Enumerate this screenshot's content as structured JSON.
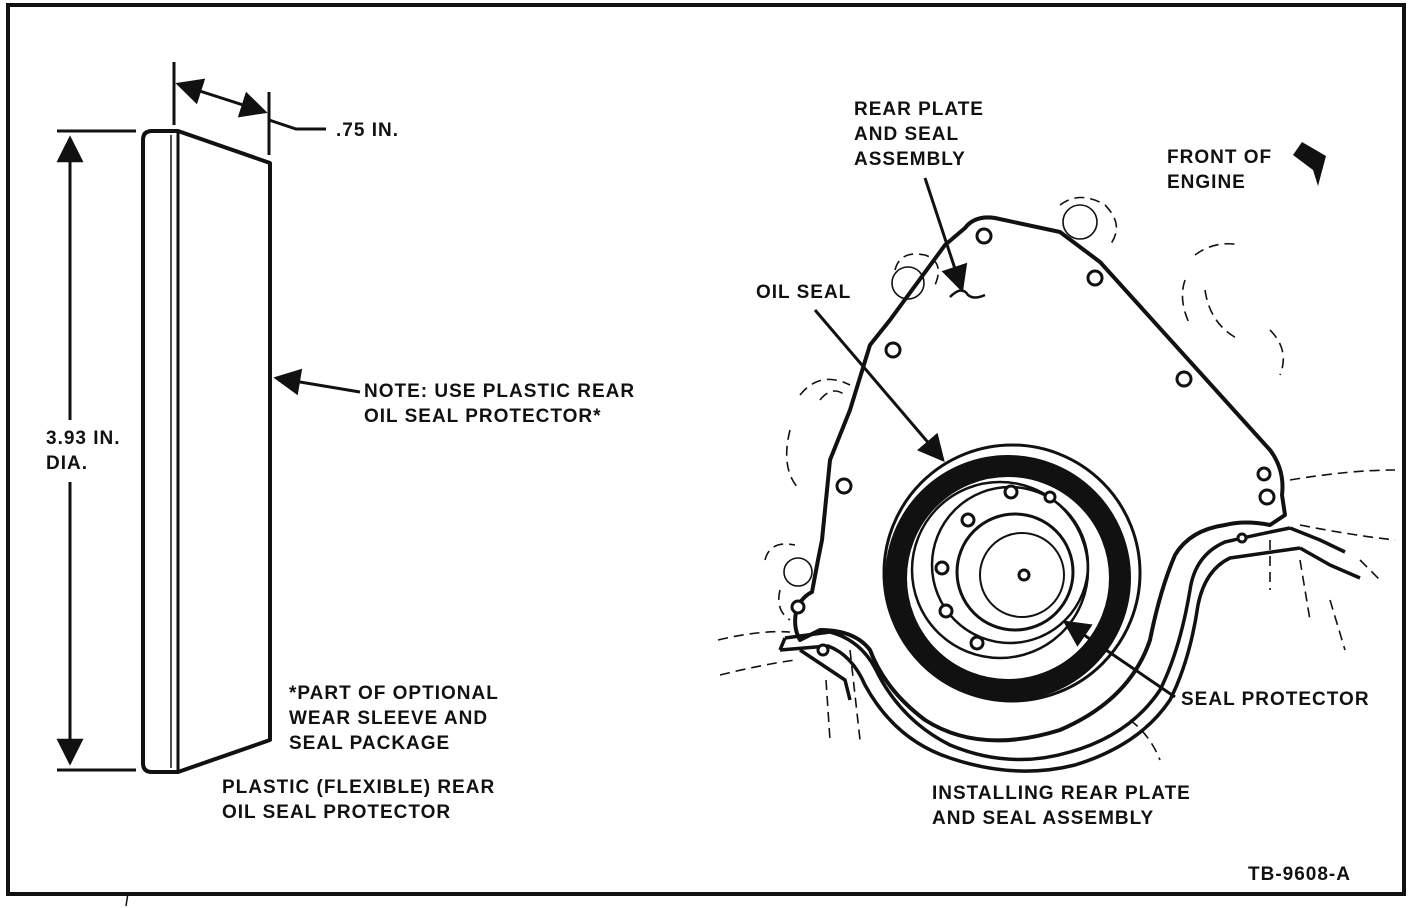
{
  "left_diagram": {
    "width_dimension": ".75 IN.",
    "diameter_dimension": [
      "3.93 IN.",
      "DIA."
    ],
    "note": [
      "NOTE: USE PLASTIC REAR",
      "OIL SEAL PROTECTOR*"
    ],
    "footnote": [
      "*PART OF OPTIONAL",
      "WEAR SLEEVE AND",
      "SEAL PACKAGE"
    ],
    "caption": [
      "PLASTIC (FLEXIBLE) REAR",
      "OIL SEAL PROTECTOR"
    ]
  },
  "right_diagram": {
    "rear_plate_label": [
      "REAR PLATE",
      "AND SEAL",
      "ASSEMBLY"
    ],
    "front_label": [
      "FRONT OF",
      "ENGINE"
    ],
    "oil_seal_label": "OIL SEAL",
    "seal_protector_label": "SEAL PROTECTOR",
    "caption": [
      "INSTALLING REAR PLATE",
      "AND SEAL ASSEMBLY"
    ]
  },
  "figure_id": "TB-9608-A",
  "colors": {
    "ink": "#111111",
    "paper": "#ffffff"
  }
}
